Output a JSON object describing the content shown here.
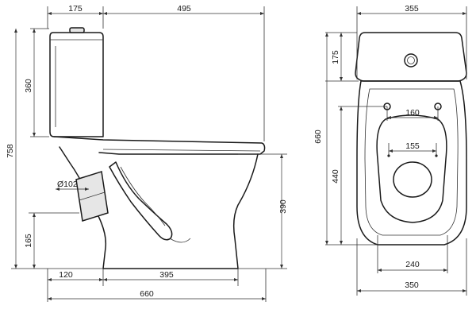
{
  "side_view": {
    "dim_tank_depth": "175",
    "dim_top_right": "495",
    "dim_tank_height": "360",
    "dim_total_height": "758",
    "dim_outlet_diameter": "Ø102",
    "dim_outlet_height": "165",
    "dim_bowl_height": "390",
    "dim_outlet_offset": "120",
    "dim_base_length": "395",
    "dim_total_length": "660"
  },
  "top_view": {
    "dim_total_width": "355",
    "dim_tank_depth": "175",
    "dim_bolt_spacing_rear": "160",
    "dim_bolt_spacing_front": "155",
    "dim_total_length": "660",
    "dim_seat_length": "440",
    "dim_base_width": "240",
    "dim_bowl_width": "350"
  }
}
